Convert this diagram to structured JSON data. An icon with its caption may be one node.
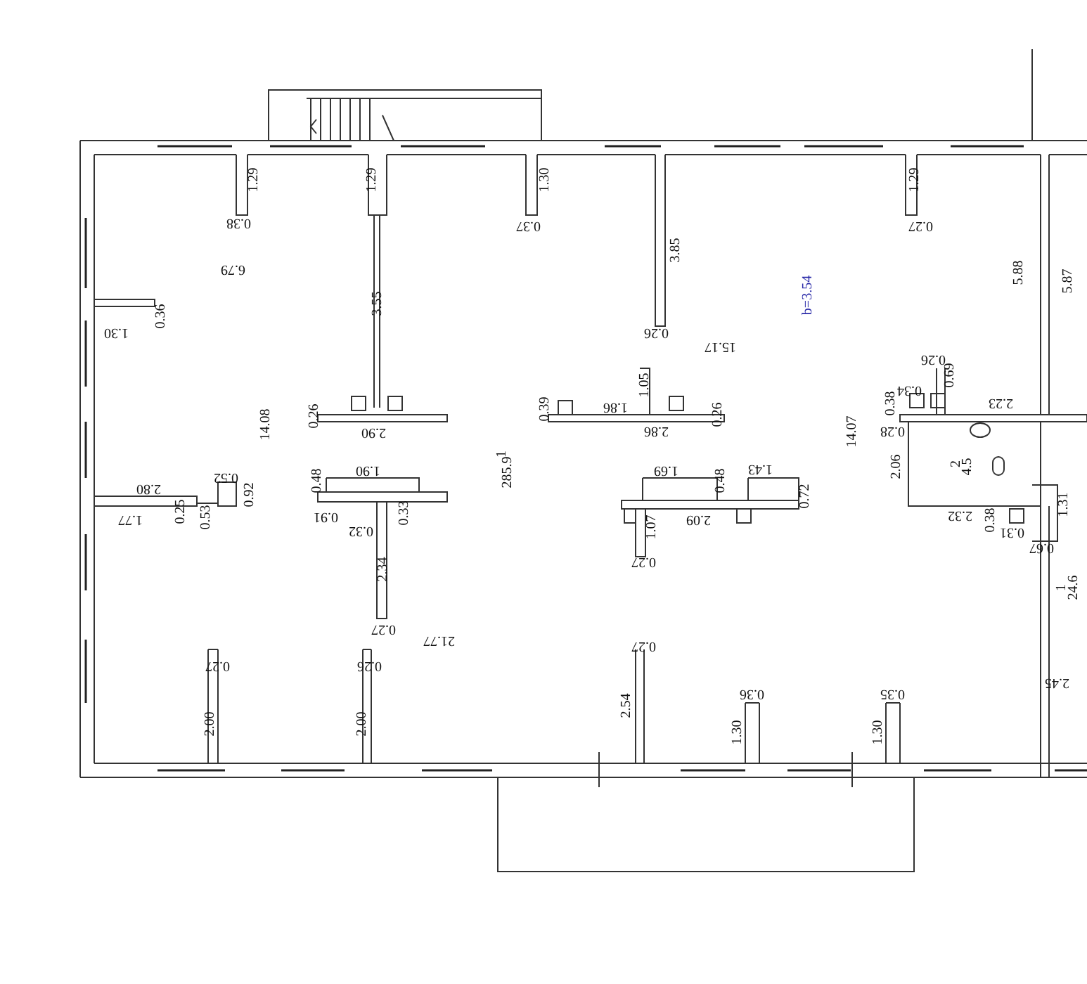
{
  "diagram": {
    "labels": [
      "1.29",
      "1.29",
      "1.30",
      "0.38",
      "0.37",
      "1.29",
      "0.27",
      "6.79",
      "3.85",
      "b=3.54",
      "5.88",
      "5.87",
      "0.36",
      "1.30",
      "3.55",
      "0.26",
      "15.17",
      "0.26",
      "14.08",
      "0.26",
      "2.90",
      "0.39",
      "1.86",
      "1.05",
      "2.86",
      "0.26",
      "0.69",
      "0.34",
      "0.38",
      "2.23",
      "0.28",
      "14.07",
      "1",
      "285.9",
      "0.52",
      "0.92",
      "2.80",
      "1.77",
      "0.25",
      "0.53",
      "1.90",
      "0.48",
      "0.91",
      "0.32",
      "0.33",
      "2.34",
      "0.27",
      "21.77",
      "1.69",
      "0.48",
      "1.43",
      "0.72",
      "2.09",
      "1.07",
      "0.27",
      "2.06",
      "2",
      "4.5",
      "2.32",
      "0.38",
      "0.31",
      "1.31",
      "0.67",
      "1",
      "24.6",
      "0.27",
      "2.45",
      "0.27",
      "0.26",
      "0.36",
      "0.35",
      "2.00",
      "2.00",
      "2.54",
      "1.30",
      "1.30"
    ]
  }
}
